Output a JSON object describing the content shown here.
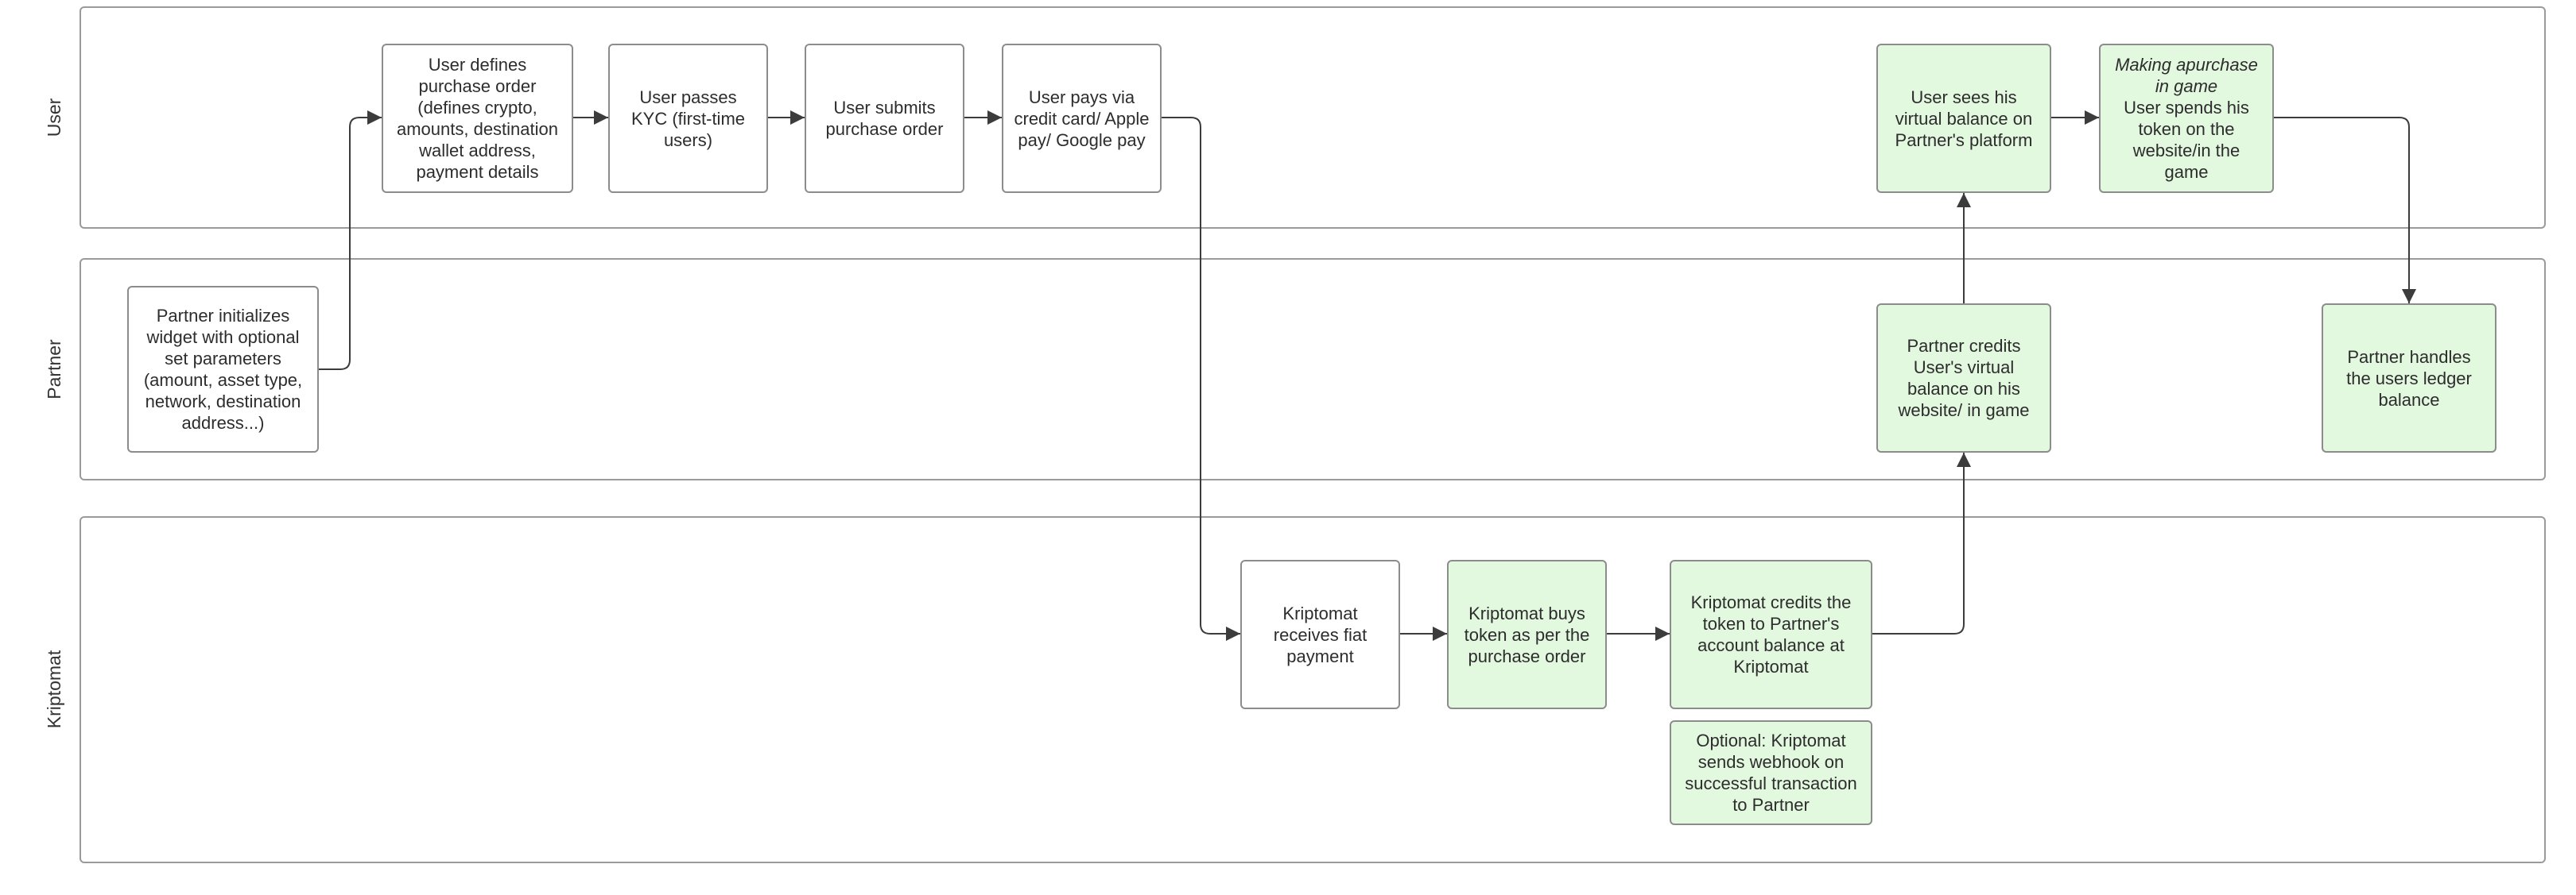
{
  "lanes": {
    "user": "User",
    "partner": "Partner",
    "kriptomat": "Kriptomat"
  },
  "nodes": {
    "defines_order": "User defines purchase order (defines crypto, amounts, destination wallet address, payment details",
    "kyc": "User passes KYC (first-time users)",
    "submits_order": "User submits purchase order",
    "pays": "User pays via credit card/ Apple pay/ Google pay",
    "sees_balance": "User sees his virtual balance on Partner's platform",
    "spends_heading": "Making apurchase in game",
    "spends_body": "User spends his token on the website/in the game",
    "partner_init": "Partner initializes widget with optional set parameters (amount, asset type, network, destination address...)",
    "partner_credits": "Partner credits User's virtual balance on his website/ in game",
    "partner_ledger": "Partner handles the users ledger balance",
    "receives_fiat": "Kriptomat receives fiat payment",
    "buys_token": "Kriptomat buys token as per the purchase order",
    "credits_token": "Kriptomat credits the token to Partner's account balance at Kriptomat",
    "webhook": "Optional: Kriptomat sends webhook on successful transaction to Partner"
  },
  "colors": {
    "green_fill": "#e2f8df",
    "white_fill": "#ffffff",
    "border": "#8c8c8c",
    "arrow": "#3c3c3c"
  }
}
